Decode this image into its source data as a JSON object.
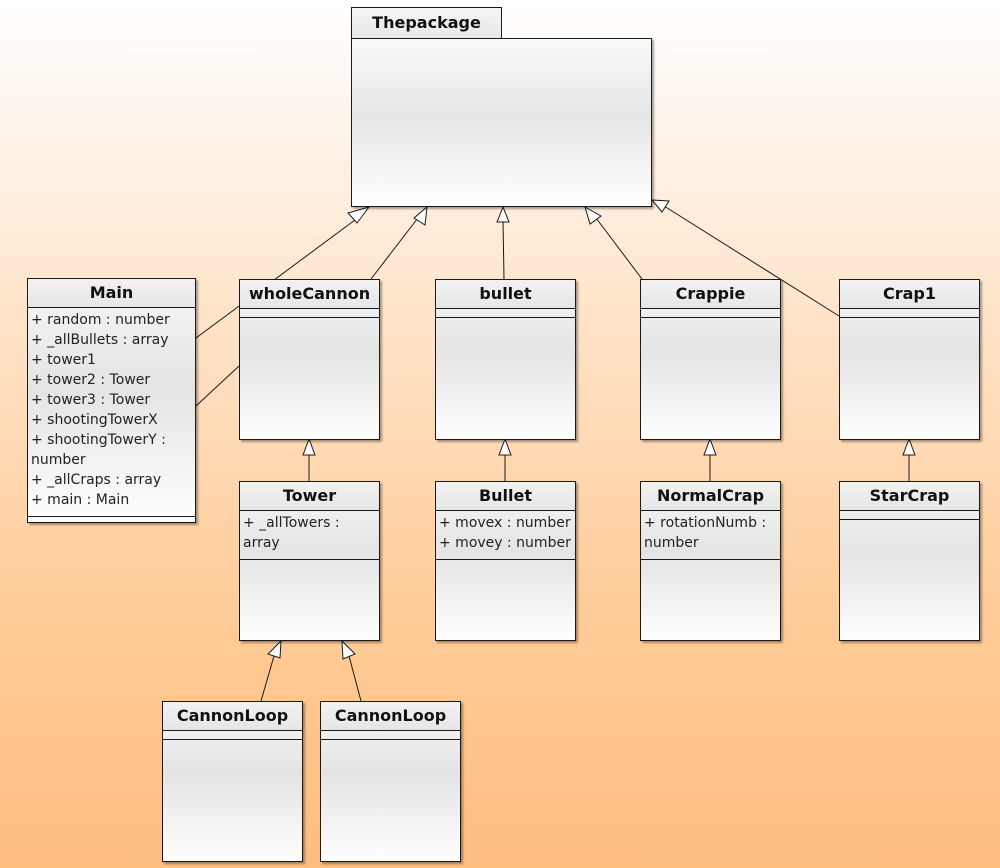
{
  "package": {
    "name": "Thepackage"
  },
  "classes": {
    "main": {
      "name": "Main",
      "attributes": [
        "+ random : number",
        "+ _allBullets : array",
        "+ tower1",
        "+ tower2 : Tower",
        "+ tower3 : Tower",
        "+ shootingTowerX",
        "+ shootingTowerY : number",
        "+ _allCraps : array",
        "+ main : Main"
      ]
    },
    "wholeCannon": {
      "name": "wholeCannon",
      "attributes": []
    },
    "bullet": {
      "name": "bullet",
      "attributes": []
    },
    "crappie": {
      "name": "Crappie",
      "attributes": []
    },
    "crap1": {
      "name": "Crap1",
      "attributes": []
    },
    "tower": {
      "name": "Tower",
      "attributes": [
        "+ _allTowers : array"
      ]
    },
    "bulletSub": {
      "name": "Bullet",
      "attributes": [
        "+ movex : number",
        "+ movey : number"
      ]
    },
    "normalCrap": {
      "name": "NormalCrap",
      "attributes": [
        "+ rotationNumb : number"
      ]
    },
    "starCrap": {
      "name": "StarCrap",
      "attributes": []
    },
    "cannonLoop1": {
      "name": "CannonLoop",
      "attributes": []
    },
    "cannonLoop2": {
      "name": "CannonLoop",
      "attributes": []
    }
  },
  "colors": {
    "line": "#1a1a1a",
    "arrowFill": "#ffffff",
    "bgTop": "#ffffff",
    "bgBottom": "#ffbd80"
  }
}
